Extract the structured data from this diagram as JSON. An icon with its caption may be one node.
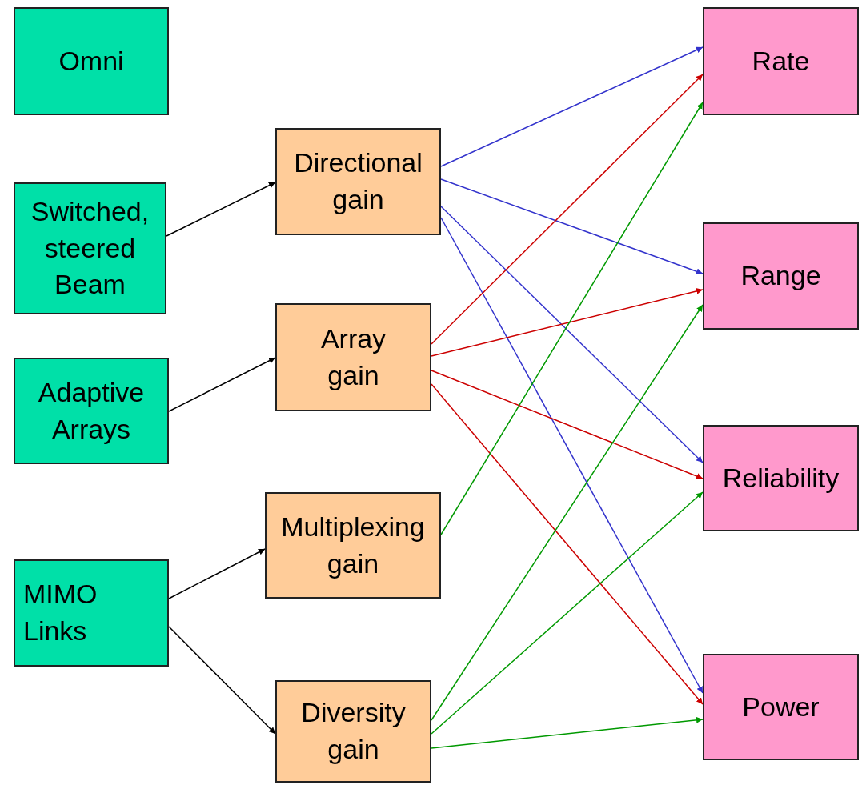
{
  "diagram": {
    "nodes": [
      {
        "text": [
          "Omni"
        ]
      },
      {
        "text": [
          "Switched, steered Beam"
        ]
      },
      {
        "text": [
          "Adaptive Arrays"
        ]
      },
      {
        "text": [
          "MIMO Links"
        ]
      },
      {
        "text": [
          "Directional gain"
        ]
      },
      {
        "text": [
          "Array gain"
        ]
      },
      {
        "text": [
          "Multiplexing gain"
        ]
      },
      {
        "text": [
          "Diversity gain"
        ]
      },
      {
        "text": [
          "Rate"
        ]
      },
      {
        "text": [
          "Range"
        ]
      },
      {
        "text": [
          "Reliability"
        ]
      },
      {
        "text": [
          "Power"
        ]
      }
    ],
    "edges": [
      {
        "from": 1,
        "to": 4,
        "arrow": "to"
      },
      {
        "from": 2,
        "to": 5,
        "arrow": "to"
      },
      {
        "from": 3,
        "to": 6,
        "arrow": "to"
      },
      {
        "from": 3,
        "to": 7,
        "arrow": "to"
      },
      {
        "from": 4,
        "to": 8,
        "arrow": "to",
        "color": "#3333cc"
      },
      {
        "from": 4,
        "to": 9,
        "arrow": "to",
        "color": "#3333cc"
      },
      {
        "from": 4,
        "to": 10,
        "arrow": "to",
        "color": "#3333cc"
      },
      {
        "from": 4,
        "to": 11,
        "arrow": "to",
        "color": "#3333cc"
      },
      {
        "from": 5,
        "to": 8,
        "arrow": "to",
        "color": "#cc0000"
      },
      {
        "from": 5,
        "to": 9,
        "arrow": "to",
        "color": "#cc0000"
      },
      {
        "from": 5,
        "to": 10,
        "arrow": "to",
        "color": "#cc0000"
      },
      {
        "from": 5,
        "to": 11,
        "arrow": "to",
        "color": "#cc0000"
      },
      {
        "from": 6,
        "to": 8,
        "arrow": "to",
        "color": "#009900"
      },
      {
        "from": 7,
        "to": 9,
        "arrow": "to",
        "color": "#009900"
      },
      {
        "from": 7,
        "to": 10,
        "arrow": "to",
        "color": "#009900"
      },
      {
        "from": 7,
        "to": 11,
        "arrow": "to",
        "color": "#009900"
      }
    ]
  }
}
